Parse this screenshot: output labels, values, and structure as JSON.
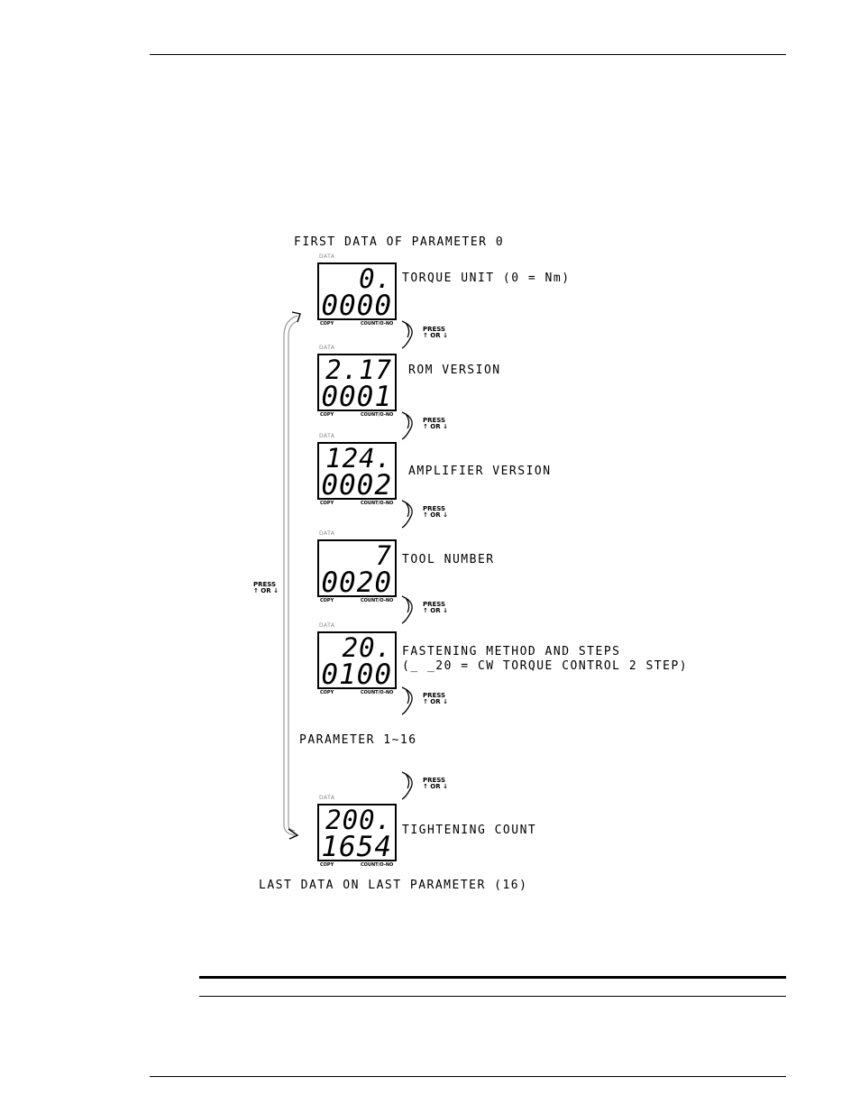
{
  "header": {
    "title": "FIRST DATA OF PARAMETER 0"
  },
  "footer": {
    "title": "LAST DATA ON LAST PARAMETER (16)"
  },
  "mid_label": "PARAMETER 1~16",
  "side_press": {
    "line1": "PRESS",
    "line2": "↑ OR ↓"
  },
  "press_hint": {
    "line1": "PRESS",
    "line2": "↑ OR ↓"
  },
  "lcd_caption": "DATA",
  "lcd_footer_left": "COPY",
  "lcd_footer_right": "COUNT/O-NO",
  "displays": [
    {
      "top": "0.",
      "bottom": "0000",
      "label": "TORQUE UNIT (0 = Nm)"
    },
    {
      "top": "2.17",
      "bottom": "0001",
      "label": "ROM VERSION"
    },
    {
      "top": "124.",
      "bottom": "0002",
      "label": "AMPLIFIER VERSION"
    },
    {
      "top": "7",
      "bottom": "0020",
      "label": "TOOL NUMBER"
    },
    {
      "top": "20.",
      "bottom": "0100",
      "label": "FASTENING METHOD AND STEPS",
      "label2": "(_ _20 = CW TORQUE CONTROL 2 STEP)"
    },
    {
      "top": "200.",
      "bottom": "1654",
      "label": "TIGHTENING COUNT"
    }
  ]
}
